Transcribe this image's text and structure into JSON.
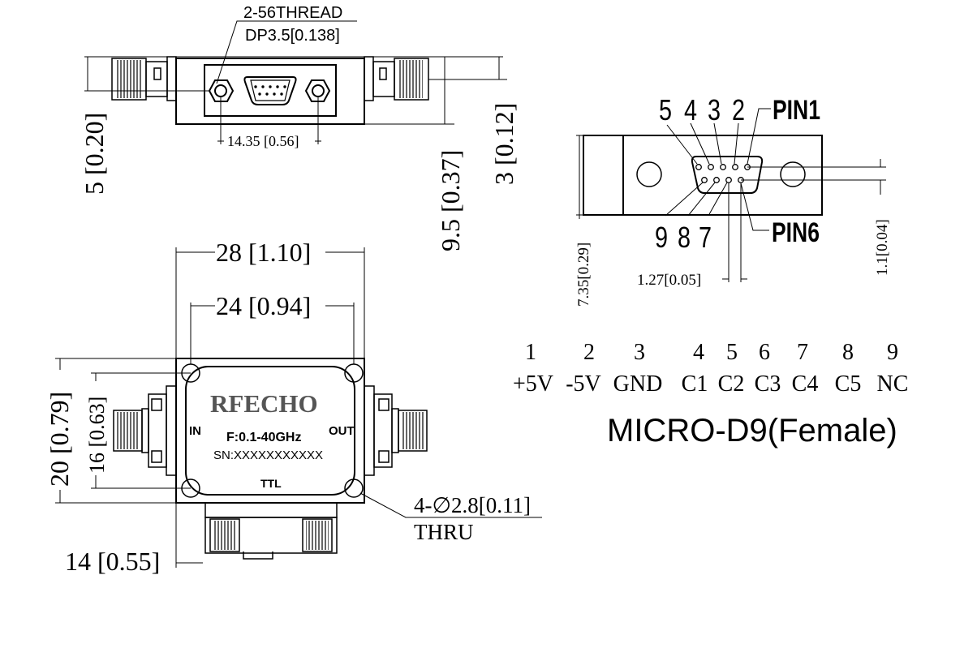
{
  "top_view": {
    "thread_line1": "2-56THREAD",
    "thread_line2": "DP3.5[0.138]",
    "dim_pitch": "14.35 [0.56]",
    "dim_height_left": "5 [0.20]",
    "dim_height_total": "9.5 [0.37]",
    "dim_height_right": "3 [0.12]"
  },
  "connector_view": {
    "pins_top": [
      "5",
      "4",
      "3",
      "2"
    ],
    "pin1_label": "PIN1",
    "pins_bottom": [
      "9",
      "8",
      "7"
    ],
    "pin6_label": "PIN6",
    "dim_height": "7.35[0.29]",
    "dim_pitch": "1.27[0.05]",
    "dim_offset": "1.1[0.04]"
  },
  "front_view": {
    "dim_width_outer": "28 [1.10]",
    "dim_width_inner": "24 [0.94]",
    "dim_height_outer": "20 [0.79]",
    "dim_height_inner": "16 [0.63]",
    "dim_depth": "14 [0.55]",
    "hole_line1": "4-∅2.8[0.11]",
    "hole_line2": "THRU",
    "brand": "RFECHO",
    "in_label": "IN",
    "out_label": "OUT",
    "freq": "F:0.1-40GHz",
    "serial": "SN:XXXXXXXXXXX",
    "ttl_label": "TTL"
  },
  "pin_table": {
    "numbers": [
      "1",
      "2",
      "3",
      "4",
      "5",
      "6",
      "7",
      "8",
      "9"
    ],
    "functions": [
      "+5V",
      "-5V",
      "GND",
      "C1",
      "C2",
      "C3",
      "C4",
      "C5",
      "NC"
    ]
  },
  "connector_title": "MICRO-D9(Female)"
}
